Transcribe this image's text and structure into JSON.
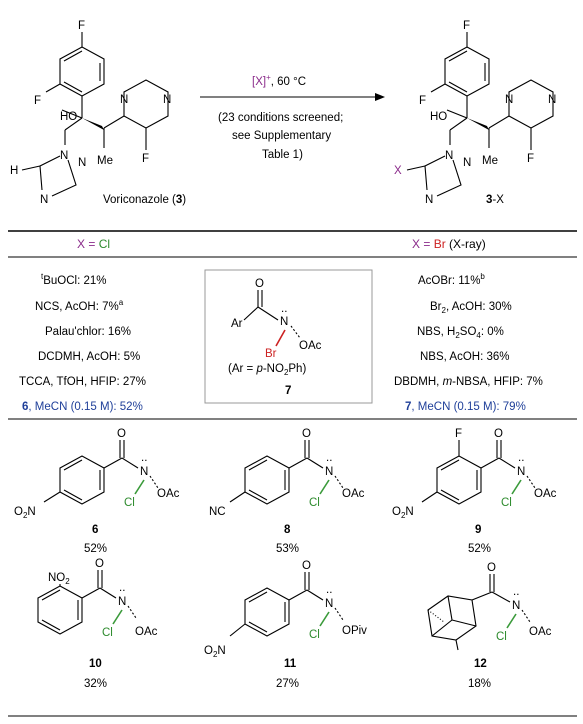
{
  "scheme": {
    "reagent_prefix": "[X]",
    "reagent_sup": "+",
    "reagent_temp": ", 60 °C",
    "note_line1": "(23 conditions screened;",
    "note_line2": "see Supplementary",
    "note_line3": "Table 1)",
    "start_name": "Voriconazole (",
    "start_num": "3",
    "start_close": ")",
    "product_num": "3",
    "product_suffix": "-X",
    "atoms": {
      "F": "F",
      "HO": "HO",
      "N": "N",
      "Me": "Me",
      "H": "H",
      "X": "X"
    }
  },
  "table": {
    "header_left_x": "X = ",
    "header_left_el": "Cl",
    "header_right_x": "X = ",
    "header_right_el": "Br",
    "header_right_note": " (X-ray)",
    "left_rows": [
      {
        "sup": "t",
        "text": "BuOCl: 21%"
      },
      {
        "text": "NCS, AcOH: 7%",
        "sup_after": "a"
      },
      {
        "text": "Palau'chlor: 16%"
      },
      {
        "text": "DCDMH, AcOH: 5%"
      },
      {
        "text": "TCCA, TfOH, HFIP: 27%"
      }
    ],
    "left_last_num": "6",
    "left_last_text": ", MeCN (0.15 M): 52%",
    "right_rows": [
      {
        "text": "AcOBr: 11%",
        "sup_after": "b"
      },
      {
        "text": "Br",
        "sub": "2",
        "rest": ", AcOH: 30%"
      },
      {
        "text": "NBS, H",
        "sub": "2",
        "rest": "SO",
        "sub2": "4",
        "rest2": ": 0%"
      },
      {
        "text": "NBS, AcOH: 36%"
      },
      {
        "text": "DBDMH, ",
        "ital": "m",
        "rest": "-NBSA, HFIP: 7%"
      }
    ],
    "right_last_num": "7",
    "right_last_text": ", MeCN (0.15 M): 79%",
    "box": {
      "ar": "Ar",
      "o": "O",
      "n": "N",
      "dots": "..",
      "br": "Br",
      "oac": "OAc",
      "ar_def_pre": "(Ar = ",
      "ar_def_ital": "p",
      "ar_def_post": "-NO",
      "ar_def_sub": "2",
      "ar_def_end": "Ph)",
      "num": "7"
    }
  },
  "compounds": [
    {
      "num": "6",
      "yield": "52%",
      "sub": "O2N",
      "leaving": "OAc"
    },
    {
      "num": "8",
      "yield": "53%",
      "sub": "NC",
      "leaving": "OAc"
    },
    {
      "num": "9",
      "yield": "52%",
      "sub": "O2N",
      "leaving": "OAc",
      "extra": "F"
    },
    {
      "num": "10",
      "yield": "32%",
      "sub": "NO2",
      "leaving": "OAc"
    },
    {
      "num": "11",
      "yield": "27%",
      "sub": "O2N",
      "leaving": "OPiv"
    },
    {
      "num": "12",
      "yield": "18%",
      "sub": "",
      "leaving": "OAc"
    }
  ],
  "labels": {
    "o": "O",
    "n": "N",
    "cl": "Cl",
    "o2n_o": "O",
    "o2n_2": "2",
    "o2n_n": "N",
    "nc": "NC",
    "f": "F",
    "no": "NO",
    "no_2": "2"
  },
  "colors": {
    "blue": "#1f3f99",
    "green": "#2e8b2e",
    "red": "#cc2222",
    "purple": "#8a2a8a"
  }
}
